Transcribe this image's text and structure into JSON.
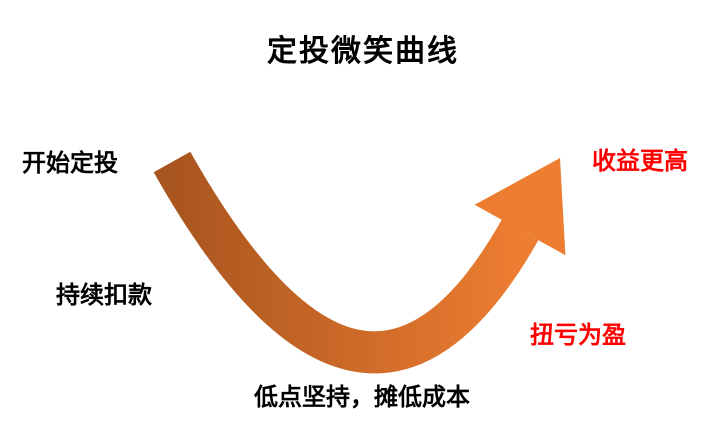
{
  "title": "定投微笑曲线",
  "diagram": {
    "labels": {
      "start": "开始定投",
      "continuous": "持续扣款",
      "bottom": "低点坚持，摊低成本",
      "turnaround": "扭亏为盈",
      "higher_return": "收益更高"
    },
    "colors": {
      "curve_dark": "#A9551F",
      "curve_light": "#ED7D31",
      "label_black": "#000000",
      "label_red": "#FF0000",
      "background": "#FFFFFF"
    }
  }
}
